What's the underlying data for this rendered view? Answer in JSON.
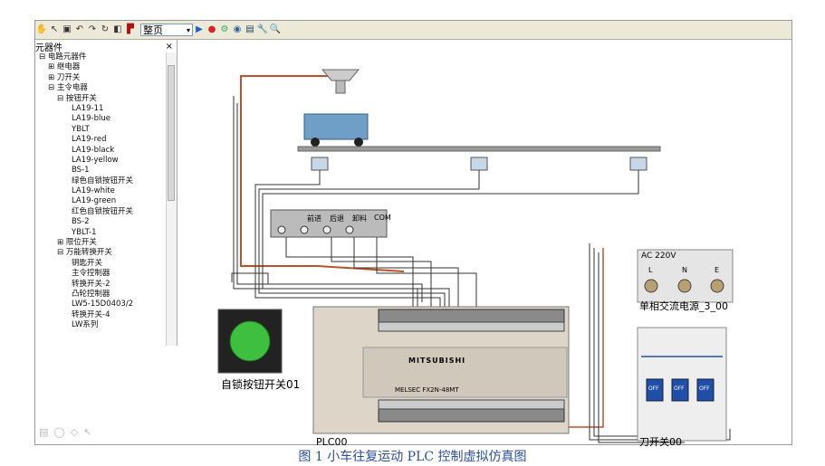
{
  "toolbar": {
    "zoom_value": "整页",
    "icons": [
      "hand-icon",
      "pointer-icon",
      "select-icon",
      "undo-icon",
      "redo-icon",
      "rotate-icon",
      "flip-icon",
      "delete-icon",
      "play-icon",
      "stop-icon",
      "step-icon",
      "record-icon",
      "save-icon",
      "wrench-icon",
      "zoom-icon"
    ]
  },
  "tree": {
    "title": "元器件",
    "close": "×",
    "items": [
      {
        "label": "电路元器件",
        "prefix": "⊟"
      },
      {
        "label": "继电器",
        "prefix": "⊞"
      },
      {
        "label": "刀开关",
        "prefix": "⊞"
      },
      {
        "label": "主令电器",
        "prefix": "⊟"
      },
      {
        "label": "按钮开关",
        "prefix": "⊟"
      },
      {
        "label": "LA19-11",
        "prefix": ""
      },
      {
        "label": "LA19-blue",
        "prefix": ""
      },
      {
        "label": "YBLT",
        "prefix": ""
      },
      {
        "label": "LA19-red",
        "prefix": ""
      },
      {
        "label": "LA19-black",
        "prefix": ""
      },
      {
        "label": "LA19-yellow",
        "prefix": ""
      },
      {
        "label": "BS-1",
        "prefix": ""
      },
      {
        "label": "绿色自锁按钮开关",
        "prefix": ""
      },
      {
        "label": "LA19-white",
        "prefix": ""
      },
      {
        "label": "LA19-green",
        "prefix": ""
      },
      {
        "label": "红色自锁按钮开关",
        "prefix": ""
      },
      {
        "label": "BS-2",
        "prefix": ""
      },
      {
        "label": "YBLT-1",
        "prefix": ""
      },
      {
        "label": "限位开关",
        "prefix": "⊞"
      },
      {
        "label": "万能转换开关",
        "prefix": "⊟"
      },
      {
        "label": "钥匙开关",
        "prefix": ""
      },
      {
        "label": "主令控制器",
        "prefix": ""
      },
      {
        "label": "转换开关-2",
        "prefix": ""
      },
      {
        "label": "凸轮控制器",
        "prefix": ""
      },
      {
        "label": "LW5-15D0403/2",
        "prefix": ""
      },
      {
        "label": "转换开关-4",
        "prefix": ""
      },
      {
        "label": "LW系列",
        "prefix": ""
      }
    ]
  },
  "canvas": {
    "button_panel_labels": [
      "前进",
      "后退",
      "卸料",
      "COM"
    ],
    "self_lock_label": "自锁按钮开关01",
    "plc_brand": "MITSUBISHI",
    "plc_model": "MELSEC FX2N-48MT",
    "plc_label": "PLC00",
    "ac_label": "AC 220V",
    "ac_terminals": [
      "L",
      "N",
      "E"
    ],
    "ac_source_label": "单相交流电源_3_00",
    "knife_switch_label": "刀开关00",
    "breaker_text": "OFF"
  },
  "caption": "图 1  小车往复运动 PLC 控制虚拟仿真图",
  "colors": {
    "wire_red": "#c0502a",
    "wire_dark": "#333333",
    "cart": "#6f9ec7",
    "plc_body": "#ddd6c8"
  }
}
